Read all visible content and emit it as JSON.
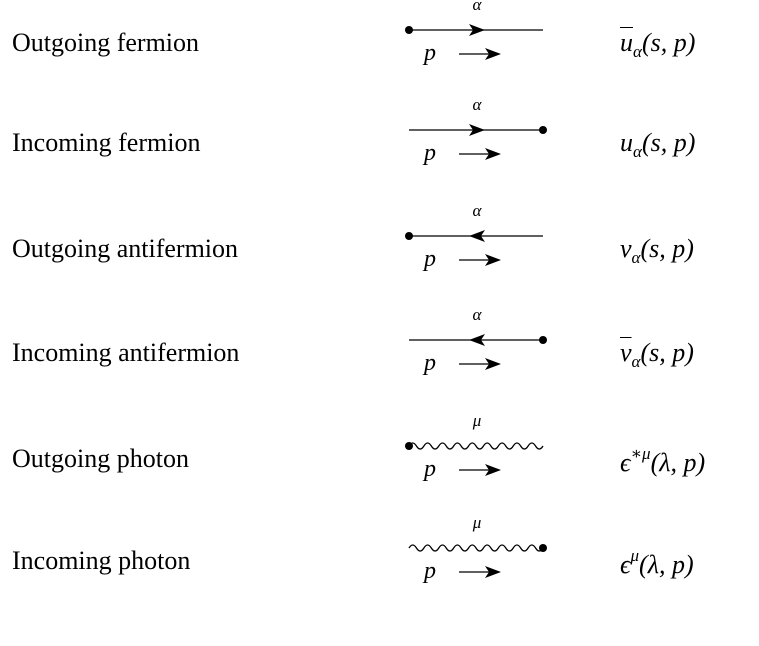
{
  "rows": [
    {
      "label": "Outgoing fermion",
      "kind": "fermion",
      "dir": "out",
      "vertex": "left",
      "index": "α",
      "momentum": "p",
      "rule": {
        "sym": "u",
        "bar": true,
        "sub": "α",
        "sup": "",
        "args": "(s, p)"
      }
    },
    {
      "label": "Incoming fermion",
      "kind": "fermion",
      "dir": "in",
      "vertex": "right",
      "index": "α",
      "momentum": "p",
      "rule": {
        "sym": "u",
        "bar": false,
        "sub": "α",
        "sup": "",
        "args": "(s, p)"
      }
    },
    {
      "label": "Outgoing antifermion",
      "kind": "fermion",
      "dir": "anti",
      "vertex": "left",
      "index": "α",
      "momentum": "p",
      "rule": {
        "sym": "v",
        "bar": false,
        "sub": "α",
        "sup": "",
        "args": "(s, p)"
      }
    },
    {
      "label": "Incoming antifermion",
      "kind": "fermion",
      "dir": "anti",
      "vertex": "right",
      "index": "α",
      "momentum": "p",
      "rule": {
        "sym": "v",
        "bar": true,
        "sub": "α",
        "sup": "",
        "args": "(s, p)"
      }
    },
    {
      "label": "Outgoing photon",
      "kind": "photon",
      "vertex": "left",
      "index": "μ",
      "momentum": "p",
      "rule": {
        "sym": "ϵ",
        "bar": false,
        "sub": "",
        "sup": "∗μ",
        "args": "(λ, p)"
      }
    },
    {
      "label": "Incoming photon",
      "kind": "photon",
      "vertex": "right",
      "index": "μ",
      "momentum": "p",
      "rule": {
        "sym": "ϵ",
        "bar": false,
        "sub": "",
        "sup": "μ",
        "args": "(λ, p)"
      }
    }
  ]
}
